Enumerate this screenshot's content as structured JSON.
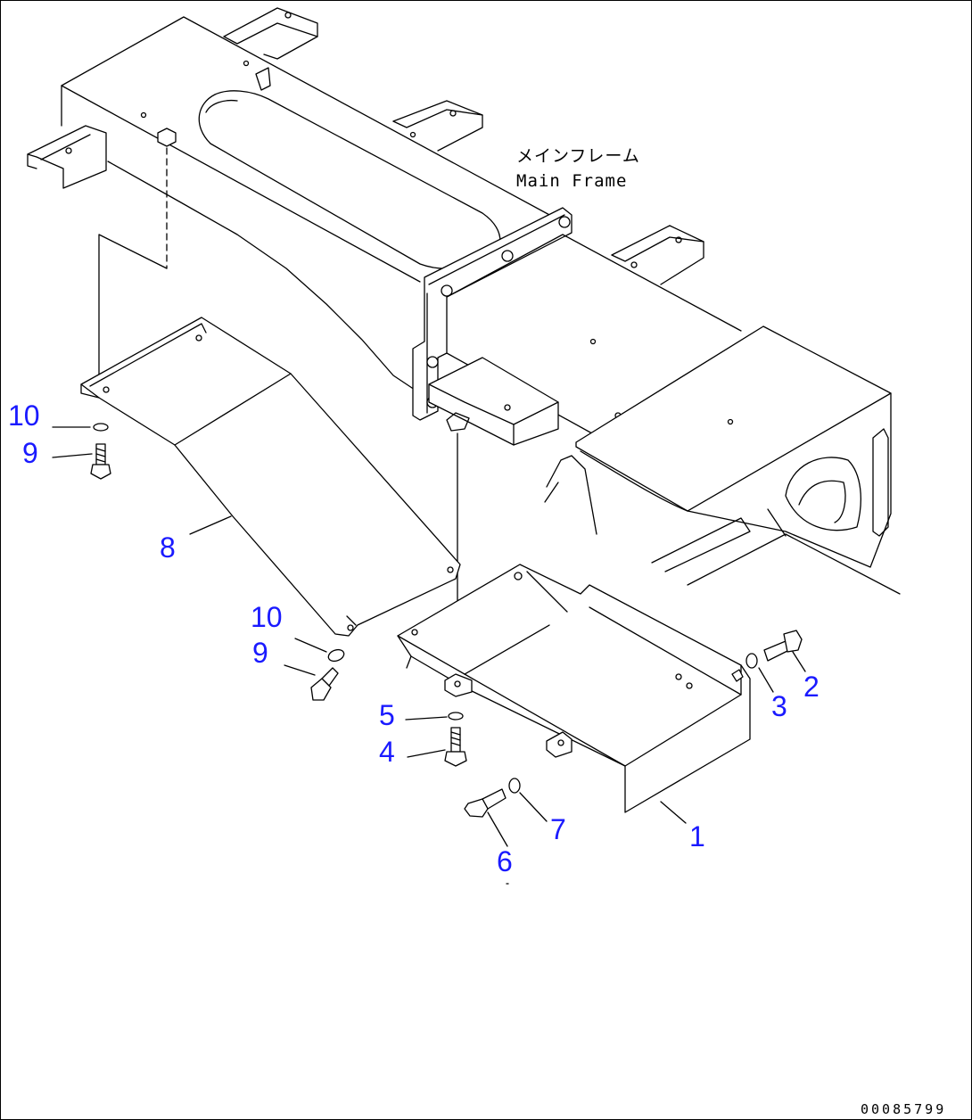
{
  "diagram": {
    "frame_label_jp": "メインフレーム",
    "frame_label_en": "Main Frame",
    "drawing_number": "00085799",
    "callouts": [
      {
        "id": "c1",
        "label": "1"
      },
      {
        "id": "c2",
        "label": "2"
      },
      {
        "id": "c3",
        "label": "3"
      },
      {
        "id": "c4",
        "label": "4"
      },
      {
        "id": "c5",
        "label": "5"
      },
      {
        "id": "c6",
        "label": "6"
      },
      {
        "id": "c7",
        "label": "7"
      },
      {
        "id": "c8",
        "label": "8"
      },
      {
        "id": "c9a",
        "label": "9"
      },
      {
        "id": "c9b",
        "label": "9"
      },
      {
        "id": "c10a",
        "label": "10"
      },
      {
        "id": "c10b",
        "label": "10"
      }
    ]
  }
}
